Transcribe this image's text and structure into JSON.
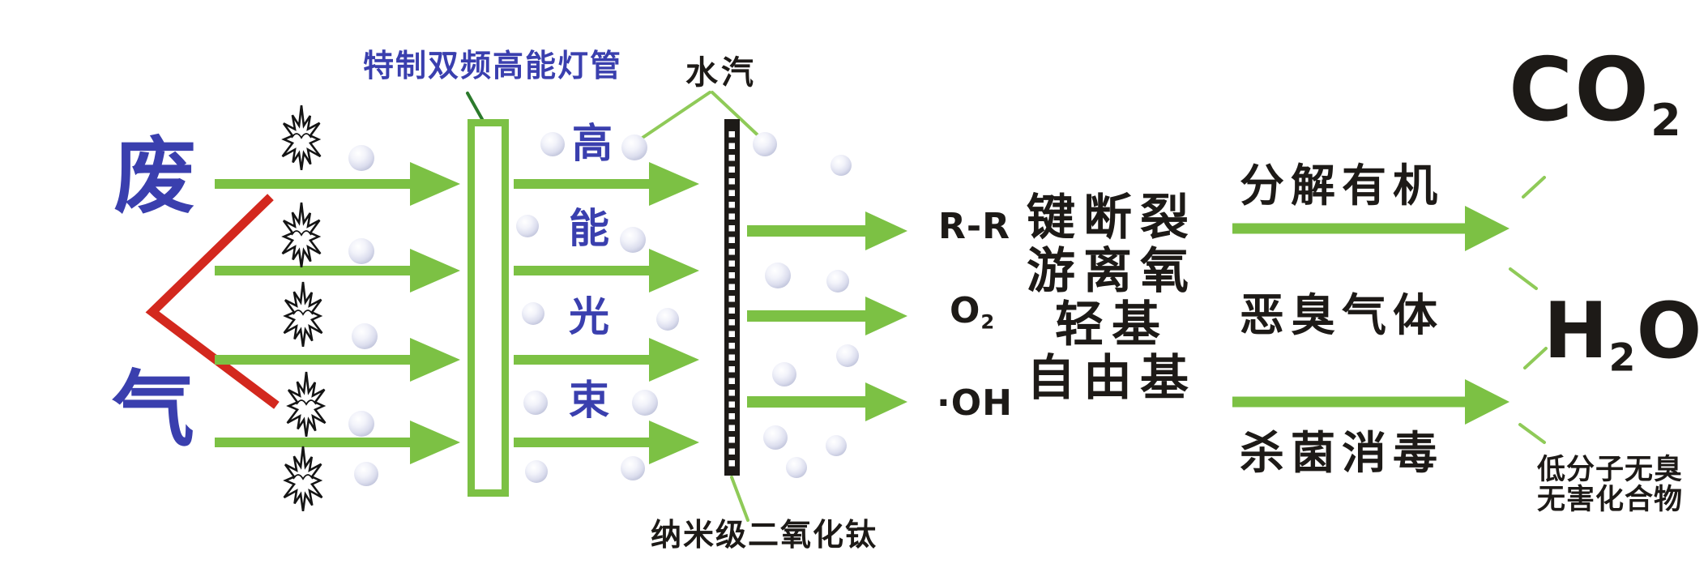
{
  "colors": {
    "green": "#7cc144",
    "light_green": "#8fca58",
    "dark_green": "#2c7a2c",
    "blue": "#3a3fae",
    "red": "#d3281e",
    "ink": "#1d1a17"
  },
  "input": {
    "top_char": "废",
    "bottom_char": "气"
  },
  "lamp": {
    "label": "特制双频高能灯管"
  },
  "beam": {
    "chars": [
      "高",
      "能",
      "光",
      "束"
    ]
  },
  "vapor": {
    "label": "水汽"
  },
  "catalyst": {
    "label": "纳米级二氧化钛"
  },
  "products": [
    {
      "main": "R-R"
    },
    {
      "main": "O",
      "sub": "2"
    },
    {
      "main": "·OH"
    }
  ],
  "radicals": {
    "lines": [
      "键断裂",
      "游离氧",
      "轻基",
      "自由基"
    ]
  },
  "process": {
    "labels": [
      "分解有机",
      "恶臭气体",
      "杀菌消毒"
    ]
  },
  "outputs": {
    "co2": {
      "main": "CO",
      "sub": "2"
    },
    "h2o": {
      "main": "H",
      "sub": "2",
      "tail": "O"
    }
  },
  "footnote": {
    "lines": [
      "低分子无臭",
      "无害化合物"
    ]
  },
  "icons": {
    "starburst": "spark-burst-icon",
    "bubble": "gas-molecule-icon"
  }
}
